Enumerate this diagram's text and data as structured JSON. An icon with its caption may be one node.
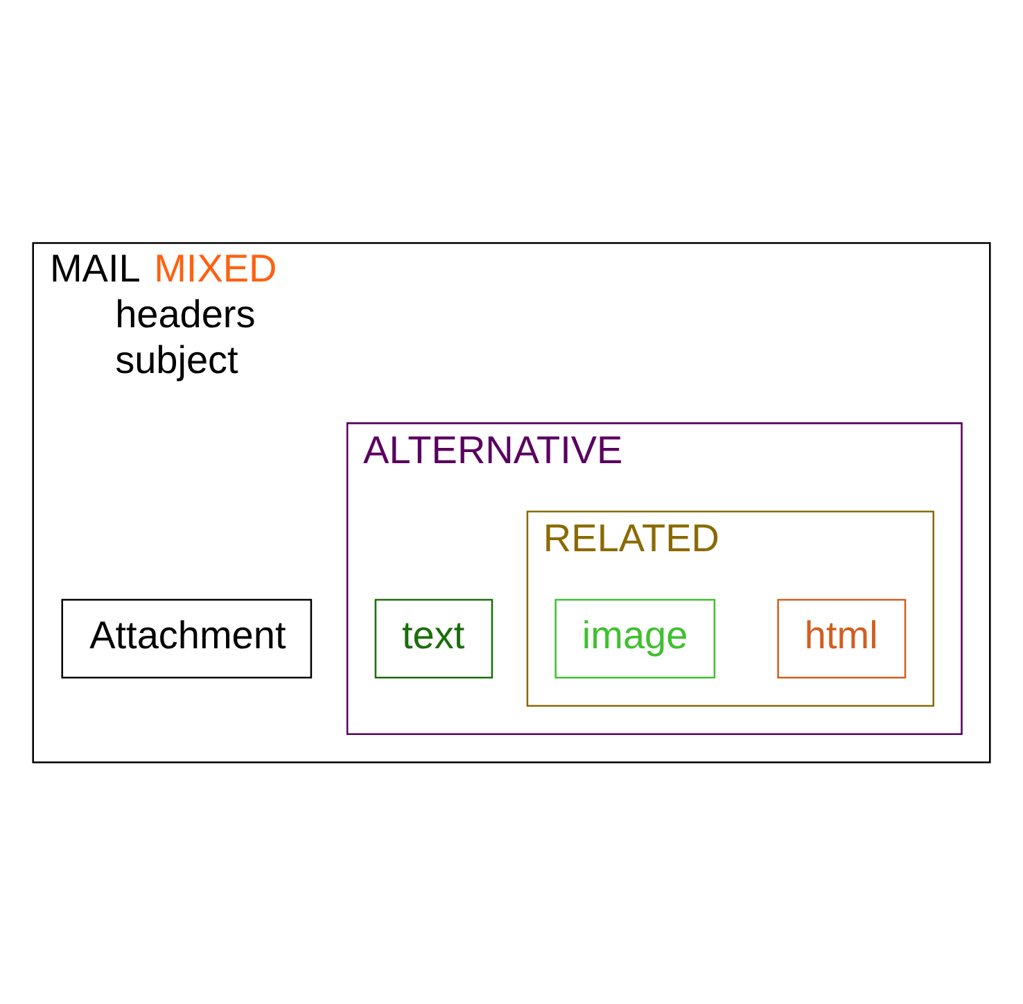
{
  "diagram": {
    "nodes": [
      {
        "text": [
          "MAIL",
          "MIXED",
          "headers",
          "subject"
        ]
      },
      {
        "text": [
          "Attachment"
        ],
        "in": 0
      },
      {
        "text": [
          "ALTERNATIVE"
        ],
        "in": 0
      },
      {
        "text": [
          "text"
        ],
        "in": 2
      },
      {
        "text": [
          "RELATED"
        ],
        "in": 2
      },
      {
        "text": [
          "html"
        ],
        "in": 4
      },
      {
        "text": [
          "image"
        ],
        "in": 4
      }
    ]
  }
}
